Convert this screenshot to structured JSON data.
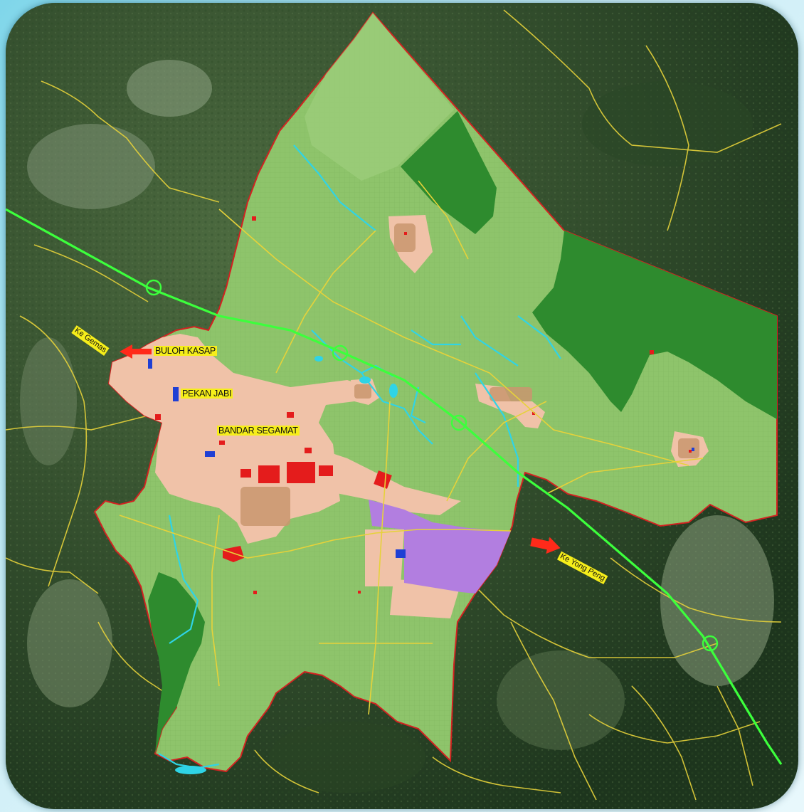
{
  "map": {
    "places": [
      {
        "id": "buloh-kasap",
        "name": "BULOH KASAP"
      },
      {
        "id": "pekan-jabi",
        "name": "PEKAN JABI"
      },
      {
        "id": "bandar-segamat",
        "name": "BANDAR SEGAMAT"
      }
    ],
    "directions": [
      {
        "id": "gemas",
        "name": "Ke Gemas"
      },
      {
        "id": "yong-peng",
        "name": "Ke Yong Peng"
      }
    ],
    "colors": {
      "satellite_dark": "#1f3a1f",
      "satellite_mid": "#3d5a34",
      "boundary": "#d42020",
      "agriculture": "#8ec46b",
      "forest_reserve": "#2e8b2e",
      "residential": "#f0c2a8",
      "commercial": "#e41c1c",
      "industrial": "#b27ee0",
      "highway": "#3cff3c",
      "roads": "#e6d23a",
      "rivers": "#2fd4e6",
      "arrow": "#ff2a1a",
      "label_bg": "#f6ee1a"
    }
  }
}
